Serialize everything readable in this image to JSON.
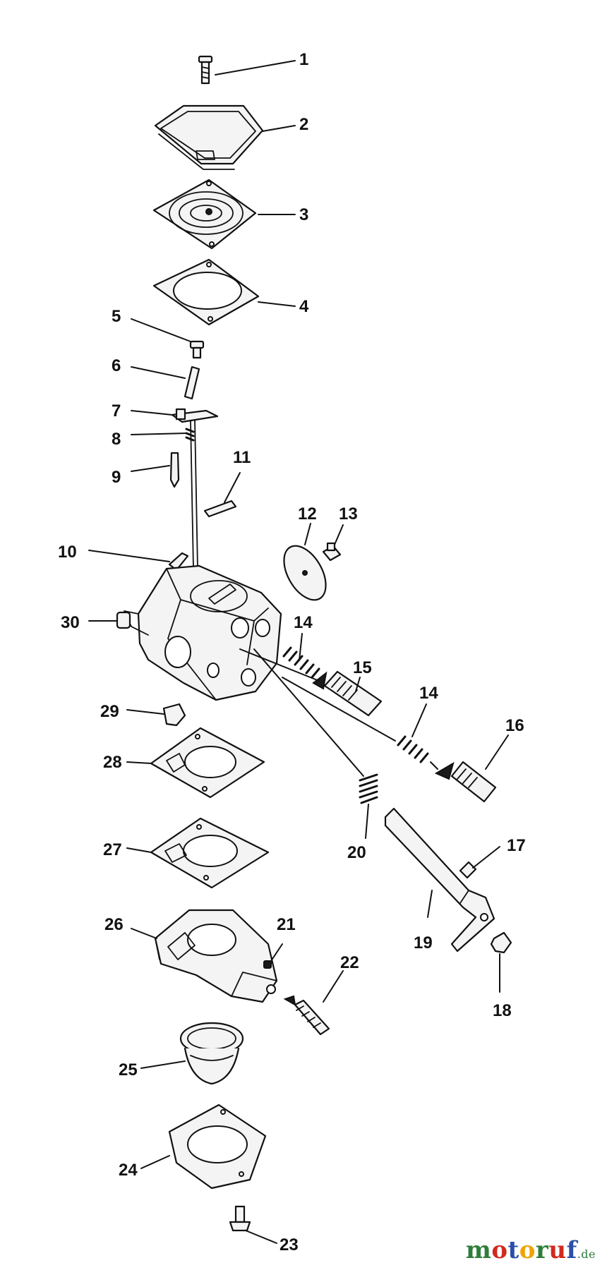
{
  "callouts": {
    "c1": "1",
    "c2": "2",
    "c3": "3",
    "c4": "4",
    "c5": "5",
    "c6": "6",
    "c7": "7",
    "c8": "8",
    "c9": "9",
    "c10": "10",
    "c11": "11",
    "c12": "12",
    "c13": "13",
    "c14a": "14",
    "c14b": "14",
    "c15": "15",
    "c16": "16",
    "c17": "17",
    "c18": "18",
    "c19": "19",
    "c20": "20",
    "c21": "21",
    "c22": "22",
    "c23": "23",
    "c24": "24",
    "c25": "25",
    "c26": "26",
    "c27": "27",
    "c28": "28",
    "c29": "29",
    "c30": "30"
  },
  "brand": {
    "parts": [
      "m",
      "o",
      "t",
      "o",
      "r",
      "u",
      "f"
    ],
    "tld": ".de",
    "colors": [
      "#2e7d3a",
      "#d22a1e",
      "#2b4fa8",
      "#f0a400"
    ]
  }
}
